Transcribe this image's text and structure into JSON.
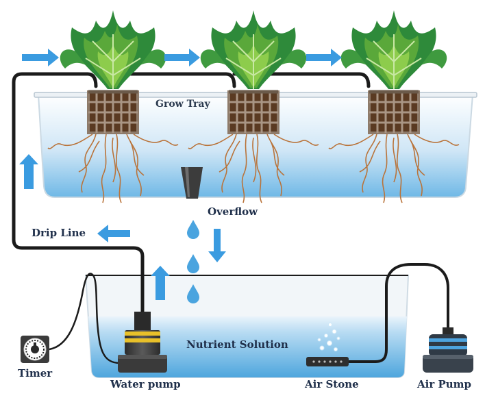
{
  "diagram": {
    "labels": {
      "grow_tray": "Grow Tray",
      "overflow": "Overflow",
      "drip_line": "Drip Line",
      "nutrient_solution": "Nutrient Solution",
      "timer": "Timer",
      "water_pump": "Water pump",
      "air_stone": "Air Stone",
      "air_pump": "Air Pump"
    },
    "colors": {
      "water_light": "#d8ebf8",
      "water_deep": "#4ea6dd",
      "arrow": "#3a9be0",
      "tube": "#1b1b1b",
      "leaf_dark": "#2e8a3a",
      "leaf_light": "#7cc144",
      "root": "#b9733a",
      "label": "#1f2f4a"
    },
    "icons": [
      "plant-icon",
      "timer-icon",
      "water-pump-icon",
      "air-stone-icon",
      "air-pump-icon",
      "flow-arrow-icon",
      "water-drop-icon"
    ]
  }
}
